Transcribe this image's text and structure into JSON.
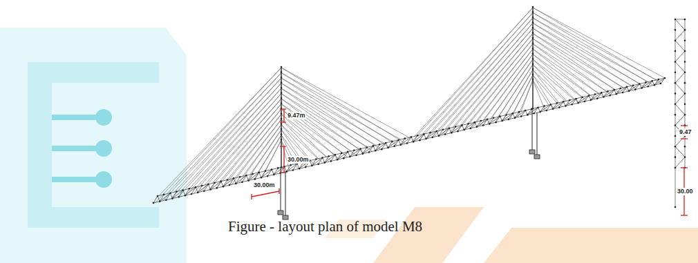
{
  "diagram": {
    "caption": "Figure - layout plan of model M8",
    "labels": [
      "9.47m",
      "30.00m",
      "30.00m",
      "9.47",
      "30.00"
    ]
  }
}
